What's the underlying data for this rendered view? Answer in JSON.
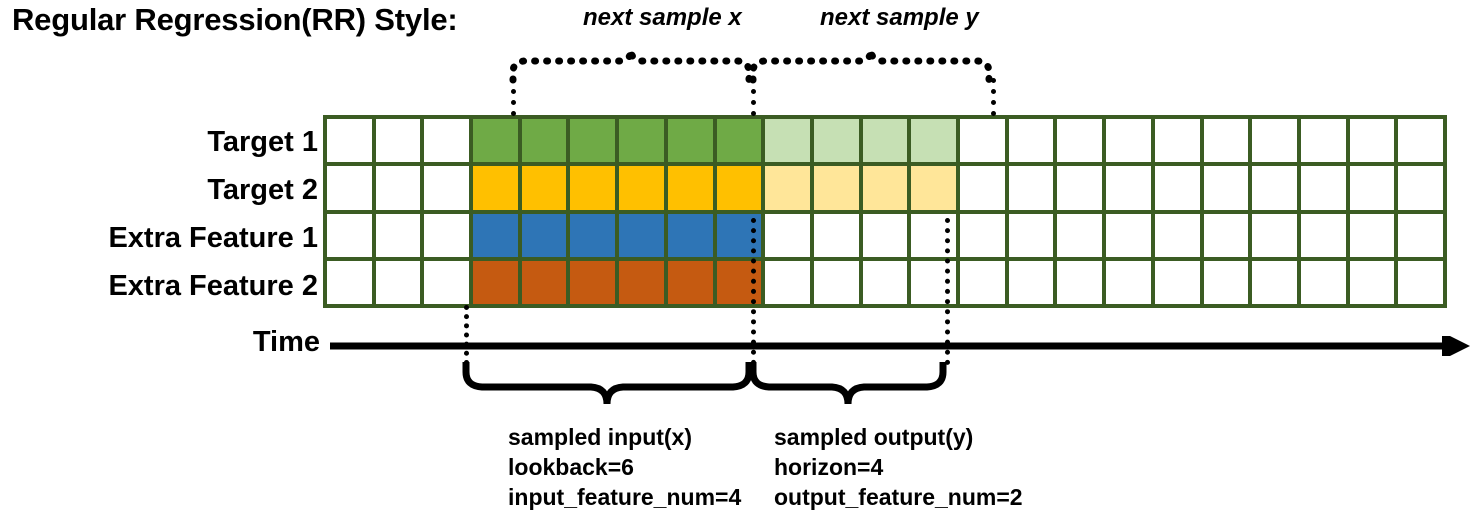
{
  "title": "Regular Regression(RR) Style:",
  "rows": [
    {
      "label": "Target 1",
      "name": "target-1"
    },
    {
      "label": "Target 2",
      "name": "target-2"
    },
    {
      "label": "Extra Feature 1",
      "name": "extra-feature-1"
    },
    {
      "label": "Extra Feature 2",
      "name": "extra-feature-2"
    }
  ],
  "axis": {
    "label": "Time"
  },
  "grid": {
    "columns": 23,
    "rows": 4,
    "lead_blank_columns": 3,
    "input_columns": 6,
    "output_columns": 4,
    "cell_classes": [
      [
        "cell",
        "cell",
        "cell",
        "c-green",
        "c-green",
        "c-green",
        "c-green",
        "c-green",
        "c-green",
        "c-green-lt",
        "c-green-lt",
        "c-green-lt",
        "c-green-lt",
        "cell",
        "cell",
        "cell",
        "cell",
        "cell",
        "cell",
        "cell",
        "cell",
        "cell",
        "cell"
      ],
      [
        "cell",
        "cell",
        "cell",
        "c-yellow",
        "c-yellow",
        "c-yellow",
        "c-yellow",
        "c-yellow",
        "c-yellow",
        "c-yellow-lt",
        "c-yellow-lt",
        "c-yellow-lt",
        "c-yellow-lt",
        "cell",
        "cell",
        "cell",
        "cell",
        "cell",
        "cell",
        "cell",
        "cell",
        "cell",
        "cell"
      ],
      [
        "cell",
        "cell",
        "cell",
        "c-blue",
        "c-blue",
        "c-blue",
        "c-blue",
        "c-blue",
        "c-blue",
        "cell",
        "cell",
        "cell",
        "cell",
        "cell",
        "cell",
        "cell",
        "cell",
        "cell",
        "cell",
        "cell",
        "cell",
        "cell",
        "cell"
      ],
      [
        "cell",
        "cell",
        "cell",
        "c-orange",
        "c-orange",
        "c-orange",
        "c-orange",
        "c-orange",
        "c-orange",
        "cell",
        "cell",
        "cell",
        "cell",
        "cell",
        "cell",
        "cell",
        "cell",
        "cell",
        "cell",
        "cell",
        "cell",
        "cell",
        "cell"
      ]
    ]
  },
  "top_braces": [
    {
      "name": "next-sample-x",
      "label": "next sample x"
    },
    {
      "name": "next-sample-y",
      "label": "next sample y"
    }
  ],
  "bottom_braces": [
    {
      "name": "sampled-input",
      "lines": [
        "sampled input(x)",
        "lookback=6",
        "input_feature_num=4"
      ]
    },
    {
      "name": "sampled-output",
      "lines": [
        "sampled output(y)",
        "horizon=4",
        "output_feature_num=2"
      ]
    }
  ],
  "colors": {
    "border_green": "#3B5C23",
    "green": "#6FAA46",
    "green_light": "#C6E0B4",
    "yellow": "#FFC000",
    "yellow_light": "#FFE699",
    "blue": "#2E75B6",
    "orange": "#C55A11",
    "ink": "#000000",
    "background": "#FFFFFF"
  }
}
